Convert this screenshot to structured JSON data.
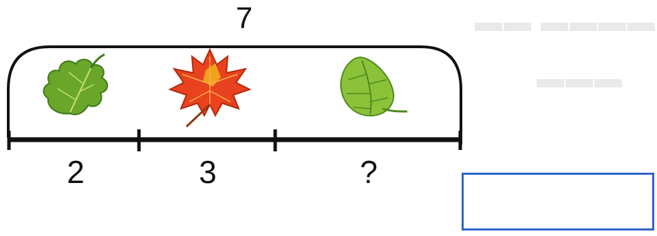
{
  "diagram": {
    "total": "7",
    "parts": [
      {
        "label": "2",
        "leaf": "oak-leaf"
      },
      {
        "label": "3",
        "leaf": "maple-leaf"
      },
      {
        "label": "?",
        "leaf": "birch-leaf"
      }
    ]
  },
  "answer": {
    "value": ""
  },
  "colors": {
    "line": "#111111",
    "answer_border": "#2f63c9",
    "oak_leaf": "#6aa62a",
    "maple_leaf": "#e8421e",
    "birch_leaf": "#8cc23a"
  }
}
